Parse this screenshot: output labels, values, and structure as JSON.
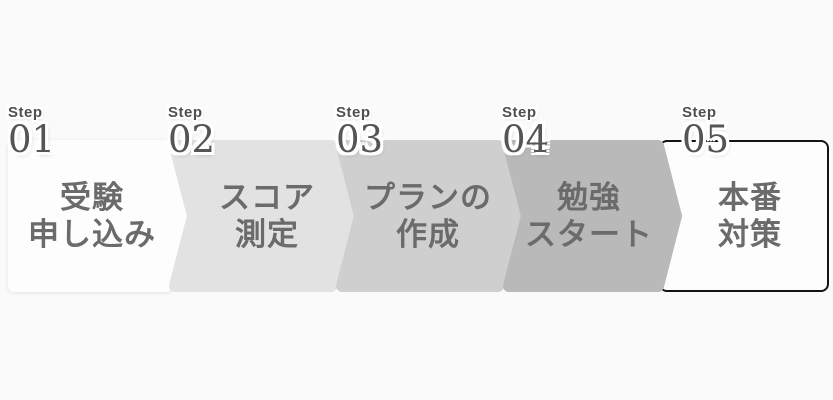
{
  "diagram": {
    "background_color": "#fbfafa",
    "title_text_color": "#6b6b6b",
    "number_text_color": "#555555",
    "steps": [
      {
        "step_label": "Step",
        "number": "01",
        "lines": [
          "受験",
          "申し込み"
        ],
        "fill": "#fdfdfd"
      },
      {
        "step_label": "Step",
        "number": "02",
        "lines": [
          "スコア",
          "測定"
        ],
        "fill": "#e2e2e2"
      },
      {
        "step_label": "Step",
        "number": "03",
        "lines": [
          "プランの",
          "作成"
        ],
        "fill": "#cfcfcf"
      },
      {
        "step_label": "Step",
        "number": "04",
        "lines": [
          "勉強",
          "スタート"
        ],
        "fill": "#b9b9b9"
      },
      {
        "step_label": "Step",
        "number": "05",
        "lines": [
          "本番",
          "対策"
        ],
        "fill": "#fdfdfd",
        "border_color": "#141414"
      }
    ]
  }
}
